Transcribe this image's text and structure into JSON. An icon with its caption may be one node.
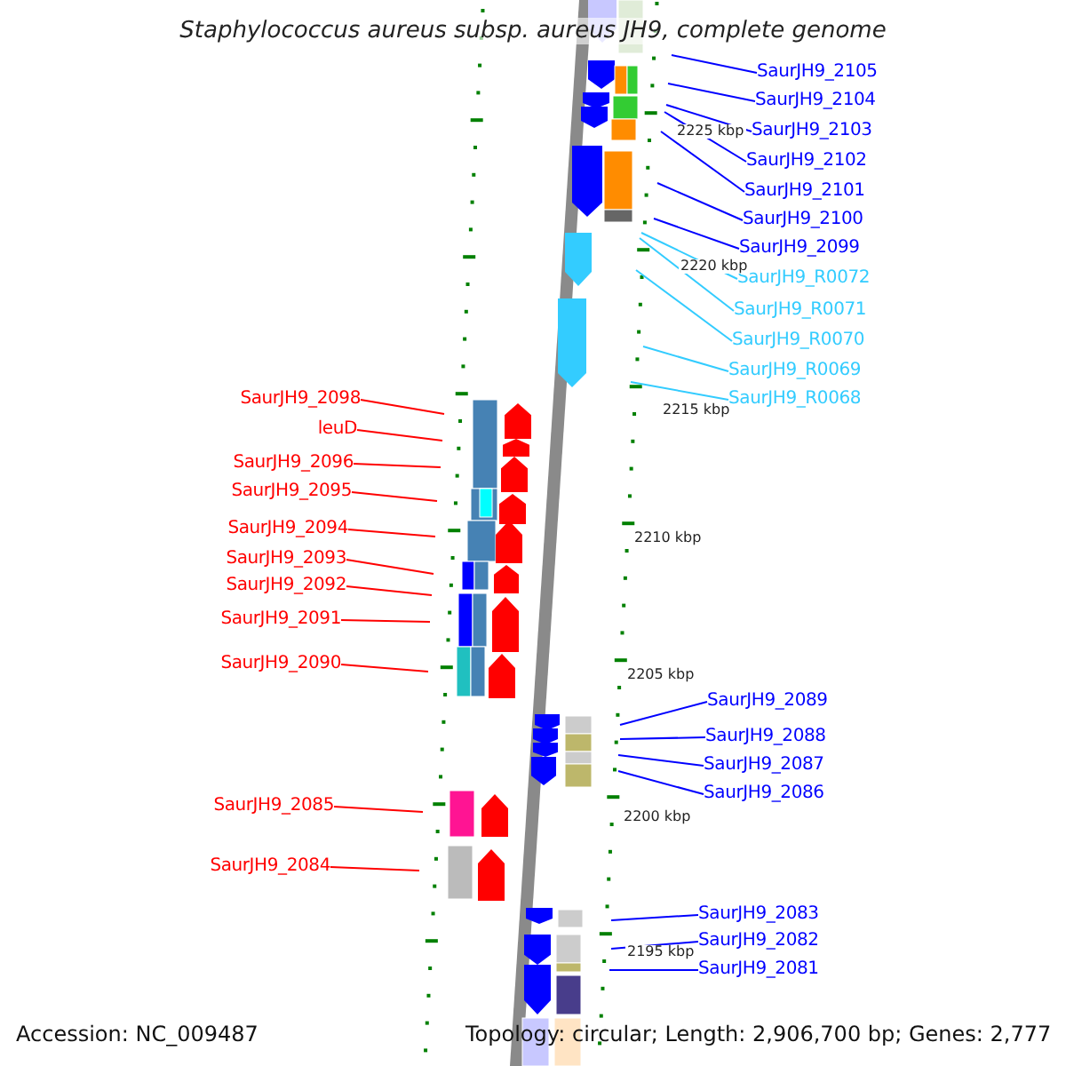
{
  "diagram": {
    "title": "Staphylococcus aureus subsp. aureus JH9, complete genome",
    "nodes": [
      {
        "text": [
          "SaurJH9_2105"
        ]
      },
      {
        "text": [
          "SaurJH9_2104"
        ]
      },
      {
        "text": [
          "SaurJH9_2103"
        ]
      },
      {
        "text": [
          "SaurJH9_2102"
        ]
      },
      {
        "text": [
          "SaurJH9_2101"
        ]
      },
      {
        "text": [
          "SaurJH9_2100"
        ]
      },
      {
        "text": [
          "SaurJH9_2099"
        ]
      },
      {
        "text": [
          "SaurJH9_R0072"
        ]
      },
      {
        "text": [
          "SaurJH9_R0071"
        ]
      },
      {
        "text": [
          "SaurJH9_R0070"
        ]
      },
      {
        "text": [
          "SaurJH9_R0069"
        ]
      },
      {
        "text": [
          "SaurJH9_R0068"
        ]
      },
      {
        "text": [
          "SaurJH9_2098"
        ]
      },
      {
        "text": [
          "leuD"
        ]
      },
      {
        "text": [
          "SaurJH9_2096"
        ]
      },
      {
        "text": [
          "SaurJH9_2095"
        ]
      },
      {
        "text": [
          "SaurJH9_2094"
        ]
      },
      {
        "text": [
          "SaurJH9_2093"
        ]
      },
      {
        "text": [
          "SaurJH9_2092"
        ]
      },
      {
        "text": [
          "SaurJH9_2091"
        ]
      },
      {
        "text": [
          "SaurJH9_2090"
        ]
      },
      {
        "text": [
          "SaurJH9_2089"
        ]
      },
      {
        "text": [
          "SaurJH9_2088"
        ]
      },
      {
        "text": [
          "SaurJH9_2087"
        ]
      },
      {
        "text": [
          "SaurJH9_2086"
        ]
      },
      {
        "text": [
          "SaurJH9_2085"
        ]
      },
      {
        "text": [
          "SaurJH9_2084"
        ]
      },
      {
        "text": [
          "SaurJH9_2083"
        ]
      },
      {
        "text": [
          "SaurJH9_2082"
        ]
      },
      {
        "text": [
          "SaurJH9_2081"
        ]
      }
    ],
    "edges": [
      {
        "from": 0,
        "to": null,
        "arrow": "none"
      },
      {
        "from": 1,
        "to": null,
        "arrow": "none"
      },
      {
        "from": 2,
        "to": null,
        "arrow": "none"
      },
      {
        "from": 3,
        "to": null,
        "arrow": "none"
      },
      {
        "from": 4,
        "to": null,
        "arrow": "none"
      },
      {
        "from": 5,
        "to": null,
        "arrow": "none"
      },
      {
        "from": 6,
        "to": null,
        "arrow": "none"
      },
      {
        "from": 7,
        "to": null,
        "arrow": "none",
        "color": "#33ccff"
      },
      {
        "from": 8,
        "to": null,
        "arrow": "none",
        "color": "#33ccff"
      },
      {
        "from": 9,
        "to": null,
        "arrow": "none",
        "color": "#33ccff"
      },
      {
        "from": 10,
        "to": null,
        "arrow": "none",
        "color": "#33ccff"
      },
      {
        "from": 11,
        "to": null,
        "arrow": "none",
        "color": "#33ccff"
      },
      {
        "from": 12,
        "to": null,
        "arrow": "none",
        "color": "#ff0000"
      },
      {
        "from": 13,
        "to": null,
        "arrow": "none",
        "color": "#ff0000"
      },
      {
        "from": 14,
        "to": null,
        "arrow": "none",
        "color": "#ff0000"
      },
      {
        "from": 15,
        "to": null,
        "arrow": "none",
        "color": "#ff0000"
      },
      {
        "from": 16,
        "to": null,
        "arrow": "none",
        "color": "#ff0000"
      },
      {
        "from": 17,
        "to": null,
        "arrow": "none",
        "color": "#ff0000"
      },
      {
        "from": 18,
        "to": null,
        "arrow": "none",
        "color": "#ff0000"
      },
      {
        "from": 19,
        "to": null,
        "arrow": "none",
        "color": "#ff0000"
      },
      {
        "from": 20,
        "to": null,
        "arrow": "none",
        "color": "#ff0000"
      },
      {
        "from": 21,
        "to": null,
        "arrow": "none"
      },
      {
        "from": 22,
        "to": null,
        "arrow": "none"
      },
      {
        "from": 23,
        "to": null,
        "arrow": "none"
      },
      {
        "from": 24,
        "to": null,
        "arrow": "none"
      },
      {
        "from": 25,
        "to": null,
        "arrow": "none",
        "color": "#ff0000"
      },
      {
        "from": 26,
        "to": null,
        "arrow": "none",
        "color": "#ff0000"
      },
      {
        "from": 27,
        "to": null,
        "arrow": "none"
      },
      {
        "from": 28,
        "to": null,
        "arrow": "none"
      },
      {
        "from": 29,
        "to": null,
        "arrow": "none"
      }
    ],
    "labels": [
      "2225 kbp",
      "2220 kbp",
      "2215 kbp",
      "2210 kbp",
      "2205 kbp",
      "2200 kbp",
      "2195 kbp",
      "Accession: NC_009487",
      "Topology: circular; Length: 2,906,700 bp; Genes: 2,777"
    ]
  }
}
